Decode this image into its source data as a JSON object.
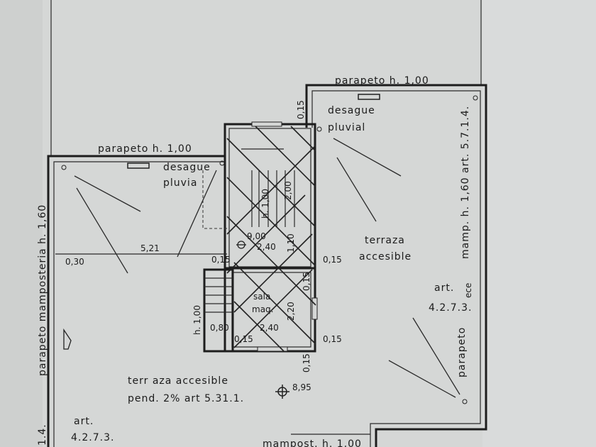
{
  "labels": {
    "parapet_top": "parapeto  h. 1,00",
    "parapet_left": "parapeto h. 1,00",
    "drain_right_1": "desague",
    "drain_right_2": "pluvial",
    "drain_left_1": "desague",
    "drain_left_2": "pluvia",
    "terrace_right_1": "terraza",
    "terrace_right_2": "accesible",
    "terrace_main_1": "terr aza accesible",
    "terrace_main_2": "pend. 2% art 5.31.1.",
    "masonry_right": "mamp. h. 1,60  art. 5.7.1.4.",
    "masonry_left": "parapeto  mamposteria h. 1,60",
    "art_right_1": "art.",
    "art_right_2": "4.2.7.3.",
    "art_left_1": "art.",
    "art_left_2": "4.2.7.3.",
    "parapet_right_vertical": "parapeto",
    "room_1": "sala",
    "room_2": "maq.",
    "bottom_edge": "mampost. h. 1,00",
    "left_edge": "1.4."
  },
  "dimensions": {
    "d_521": "5,21",
    "d_030": "0,30",
    "d_015_a": "0,15",
    "d_015_b": "0,15",
    "d_015_c": "0,15",
    "d_015_d": "0,15",
    "d_015_e": "0,15",
    "d_015_f": "0,15",
    "d_015_g": "0,15",
    "d_240_a": "2,40",
    "d_240_b": "2,40",
    "d_220": "2,20",
    "d_110": "1,10",
    "d_080": "0,80",
    "d_h100": "h. 1,00",
    "d_h100_b": "h. 1,00",
    "d_900": "9,00",
    "d_200": "2,00",
    "level_895": "8,95",
    "ece": "ece"
  }
}
